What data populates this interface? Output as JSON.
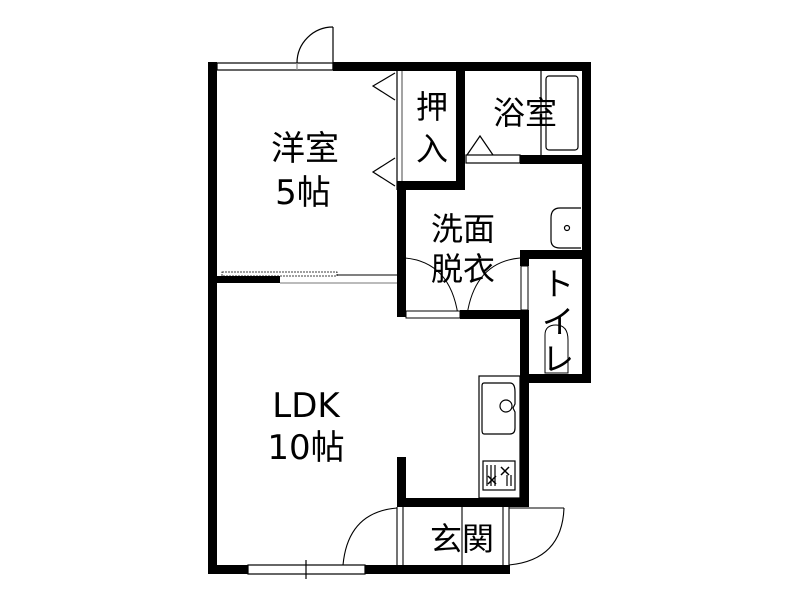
{
  "plan": {
    "colors": {
      "wall": "#000000",
      "background": "#ffffff",
      "fixture_line": "#000000"
    },
    "rooms": {
      "western_room": {
        "name": "洋室",
        "size": "5帖"
      },
      "closet": {
        "line1": "押",
        "line2": "入"
      },
      "bathroom": {
        "name": "浴室"
      },
      "washroom": {
        "line1": "洗面",
        "line2": "脱衣"
      },
      "toilet": {
        "line1": "ト",
        "line2": "イ",
        "line3": "レ"
      },
      "ldk": {
        "name": "LDK",
        "size": "10帖"
      },
      "entrance": {
        "name": "玄関"
      }
    },
    "fixtures": [
      "bathtub-icon",
      "washbasin-icon",
      "toilet-icon",
      "kitchen-sink-icon",
      "gas-stove-icon"
    ]
  }
}
